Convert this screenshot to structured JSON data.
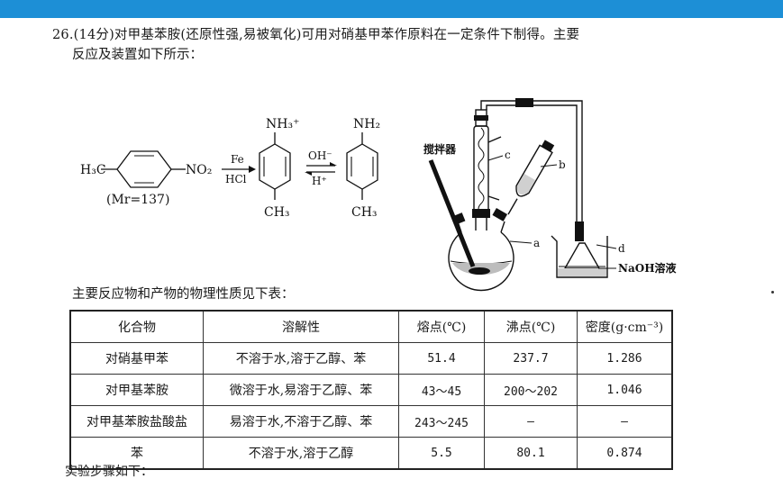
{
  "question": {
    "line1": "26.(14分)对甲基苯胺(还原性强,易被氧化)可用对硝基甲苯作原料在一定条件下制得。主要",
    "line2": "反应及装置如下所示："
  },
  "reaction": {
    "reactant_left": "H₃C",
    "reactant_right": "NO₂",
    "mr_label": "(Mr=137)",
    "arrow1_top": "Fe",
    "arrow1_bottom": "HCl",
    "intermediate_top": "NH₃⁺",
    "intermediate_bottom": "CH₃",
    "arrow2_top": "OH⁻",
    "arrow2_bottom": "H⁺",
    "product_top": "NH₂",
    "product_bottom": "CH₃"
  },
  "apparatus": {
    "stirrer_label": "搅拌器",
    "label_a": "a",
    "label_b": "b",
    "label_c": "c",
    "label_d": "d",
    "naoh_label": "NaOH溶液"
  },
  "table_title": "主要反应物和产物的物理性质见下表：",
  "table": {
    "headers": [
      "化合物",
      "溶解性",
      "熔点(℃)",
      "沸点(℃)",
      "密度(g·cm⁻³)"
    ],
    "rows": [
      [
        "对硝基甲苯",
        "不溶于水,溶于乙醇、苯",
        "51.4",
        "237.7",
        "1.286"
      ],
      [
        "对甲基苯胺",
        "微溶于水,易溶于乙醇、苯",
        "43～45",
        "200～202",
        "1.046"
      ],
      [
        "对甲基苯胺盐酸盐",
        "易溶于水,不溶于乙醇、苯",
        "243～245",
        "—",
        "—"
      ],
      [
        "苯",
        "不溶于水,溶于乙醇",
        "5.5",
        "80.1",
        "0.874"
      ]
    ]
  },
  "footer_text": "实验步骤如下："
}
